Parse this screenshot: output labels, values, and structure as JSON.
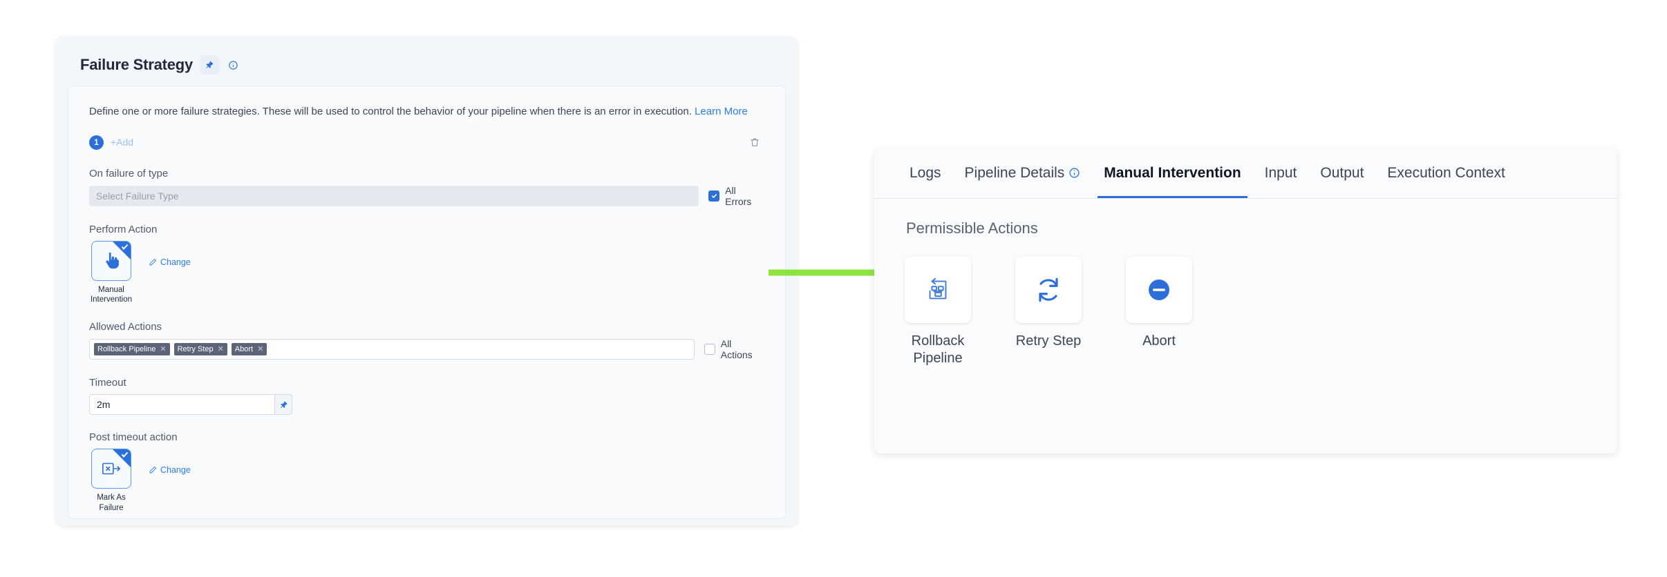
{
  "failure_strategy": {
    "title": "Failure Strategy",
    "pin_icon": "pin-icon",
    "info_icon": "info-circle-icon",
    "description": "Define one or more failure strategies. These will be used to control the behavior of your pipeline when there is an error in execution.",
    "learn_more": "Learn More",
    "strategy_index": "1",
    "add_label": "+Add",
    "delete_icon": "trash-icon",
    "on_failure_label": "On failure of type",
    "failure_type_placeholder": "Select Failure Type",
    "all_errors_label": "All Errors",
    "all_errors_checked": true,
    "perform_action_label": "Perform Action",
    "perform_action": {
      "name": "Manual\nIntervention",
      "name_line1": "Manual",
      "name_line2": "Intervention",
      "icon": "pointing-hand-icon",
      "selected": true,
      "change_label": "Change",
      "change_icon": "pencil-icon"
    },
    "allowed_actions_label": "Allowed Actions",
    "allowed_actions": [
      "Rollback Pipeline",
      "Retry Step",
      "Abort"
    ],
    "all_actions_label": "All Actions",
    "all_actions_checked": false,
    "timeout_label": "Timeout",
    "timeout_value": "2m",
    "timeout_pin_icon": "pin-icon",
    "post_timeout_label": "Post timeout action",
    "post_timeout_action": {
      "name_line1": "Mark As",
      "name_line2": "Failure",
      "icon": "mark-as-failure-icon",
      "selected": true,
      "change_label": "Change",
      "change_icon": "pencil-icon"
    }
  },
  "annotation": {
    "arrow_color": "#8FE33F",
    "arrow_icon": "right-arrow-annotation"
  },
  "right_panel": {
    "tabs": [
      {
        "label": "Logs",
        "active": false,
        "info": false
      },
      {
        "label": "Pipeline Details",
        "active": false,
        "info": true
      },
      {
        "label": "Manual Intervention",
        "active": true,
        "info": false
      },
      {
        "label": "Input",
        "active": false,
        "info": false
      },
      {
        "label": "Output",
        "active": false,
        "info": false
      },
      {
        "label": "Execution Context",
        "active": false,
        "info": false
      }
    ],
    "section_title": "Permissible Actions",
    "actions": [
      {
        "label_line1": "Rollback",
        "label_line2": "Pipeline",
        "icon": "rollback-pipeline-icon"
      },
      {
        "label_line1": "Retry Step",
        "label_line2": "",
        "icon": "retry-step-icon"
      },
      {
        "label_line1": "Abort",
        "label_line2": "",
        "icon": "abort-icon"
      }
    ]
  },
  "colors": {
    "accent_blue": "#2C6FD8",
    "link_blue": "#2D7BEF",
    "green_arrow": "#8FE33F",
    "tag_gray": "#5C6577"
  }
}
